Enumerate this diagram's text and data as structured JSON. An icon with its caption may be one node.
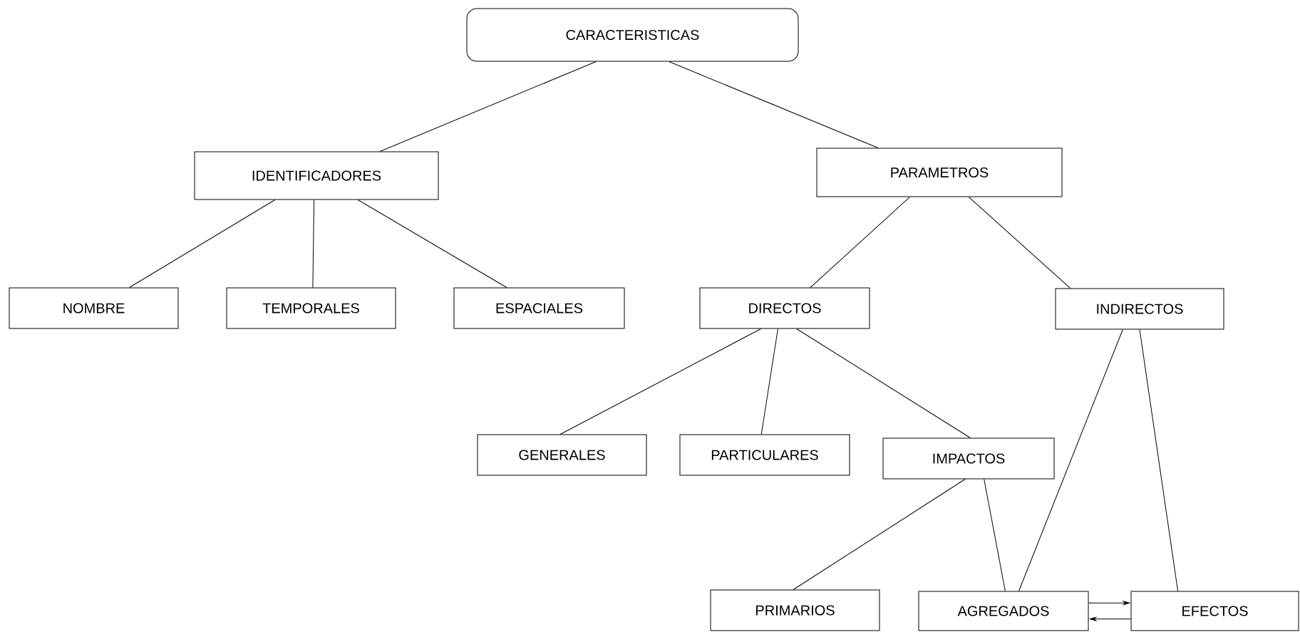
{
  "diagram": {
    "nodes": [
      {
        "text": [
          "CARACTERISTICAS"
        ]
      },
      {
        "text": [
          "IDENTIFICADORES"
        ]
      },
      {
        "text": [
          "PARAMETROS"
        ]
      },
      {
        "text": [
          "NOMBRE"
        ]
      },
      {
        "text": [
          "TEMPORALES"
        ]
      },
      {
        "text": [
          "ESPACIALES"
        ]
      },
      {
        "text": [
          "DIRECTOS"
        ]
      },
      {
        "text": [
          "INDIRECTOS"
        ]
      },
      {
        "text": [
          "GENERALES"
        ]
      },
      {
        "text": [
          "PARTICULARES"
        ]
      },
      {
        "text": [
          "IMPACTOS"
        ]
      },
      {
        "text": [
          "PRIMARIOS"
        ]
      },
      {
        "text": [
          "AGREGADOS"
        ]
      },
      {
        "text": [
          "EFECTOS"
        ]
      }
    ],
    "edges": [
      {
        "from": 0,
        "to": 1,
        "arrow": "none"
      },
      {
        "from": 0,
        "to": 2,
        "arrow": "none"
      },
      {
        "from": 1,
        "to": 3,
        "arrow": "none"
      },
      {
        "from": 1,
        "to": 4,
        "arrow": "none"
      },
      {
        "from": 1,
        "to": 5,
        "arrow": "none"
      },
      {
        "from": 2,
        "to": 6,
        "arrow": "none"
      },
      {
        "from": 2,
        "to": 7,
        "arrow": "none"
      },
      {
        "from": 6,
        "to": 8,
        "arrow": "none"
      },
      {
        "from": 6,
        "to": 9,
        "arrow": "none"
      },
      {
        "from": 6,
        "to": 10,
        "arrow": "none"
      },
      {
        "from": 7,
        "to": 12,
        "arrow": "none"
      },
      {
        "from": 7,
        "to": 13,
        "arrow": "none"
      },
      {
        "from": 10,
        "to": 11,
        "arrow": "none"
      },
      {
        "from": 10,
        "to": 12,
        "arrow": "none"
      },
      {
        "from": 12,
        "to": 13,
        "arrow": "to"
      },
      {
        "from": 13,
        "to": 12,
        "arrow": "to"
      }
    ]
  }
}
